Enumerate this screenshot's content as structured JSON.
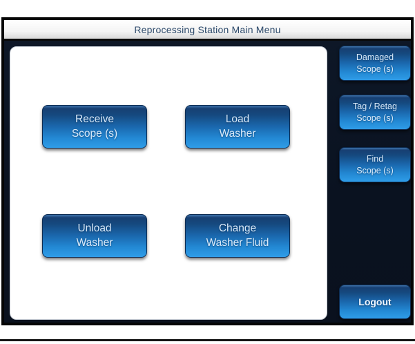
{
  "window": {
    "title": "Reprocessing Station Main Menu"
  },
  "main_menu": {
    "buttons": [
      {
        "id": "receive-scopes",
        "line1": "Receive",
        "line2": "Scope (s)"
      },
      {
        "id": "load-washer",
        "line1": "Load",
        "line2": "Washer"
      },
      {
        "id": "unload-washer",
        "line1": "Unload",
        "line2": "Washer"
      },
      {
        "id": "change-washer-fluid",
        "line1": "Change",
        "line2": "Washer Fluid"
      }
    ]
  },
  "sidebar": {
    "buttons": [
      {
        "id": "damaged-scopes",
        "line1": "Damaged",
        "line2": "Scope (s)"
      },
      {
        "id": "tag-retag-scopes",
        "line1": "Tag / Retag",
        "line2": "Scope (s)"
      },
      {
        "id": "find-scopes",
        "line1": "Find",
        "line2": "Scope (s)"
      }
    ],
    "logout_label": "Logout"
  },
  "colors": {
    "frame_background": "#0a1220",
    "button_gradient_top": "#15497f",
    "button_gradient_bottom": "#2f9de8",
    "title_text": "#2d4a6b",
    "button_text": "#d9eafa"
  }
}
